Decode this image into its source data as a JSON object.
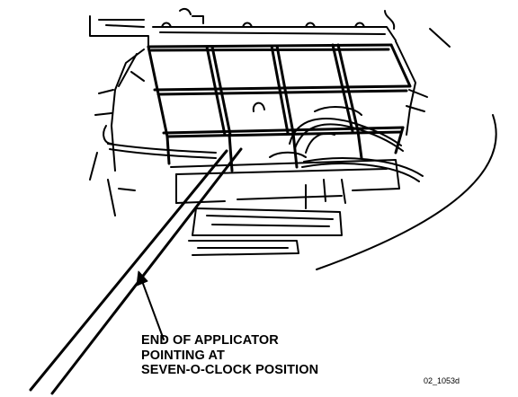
{
  "callout": {
    "line1": "END OF APPLICATOR",
    "line2": "POINTING AT",
    "line3": "SEVEN-O-CLOCK POSITION"
  },
  "figure_id": "02_1053d",
  "colors": {
    "ink": "#000000",
    "background": "#ffffff"
  }
}
